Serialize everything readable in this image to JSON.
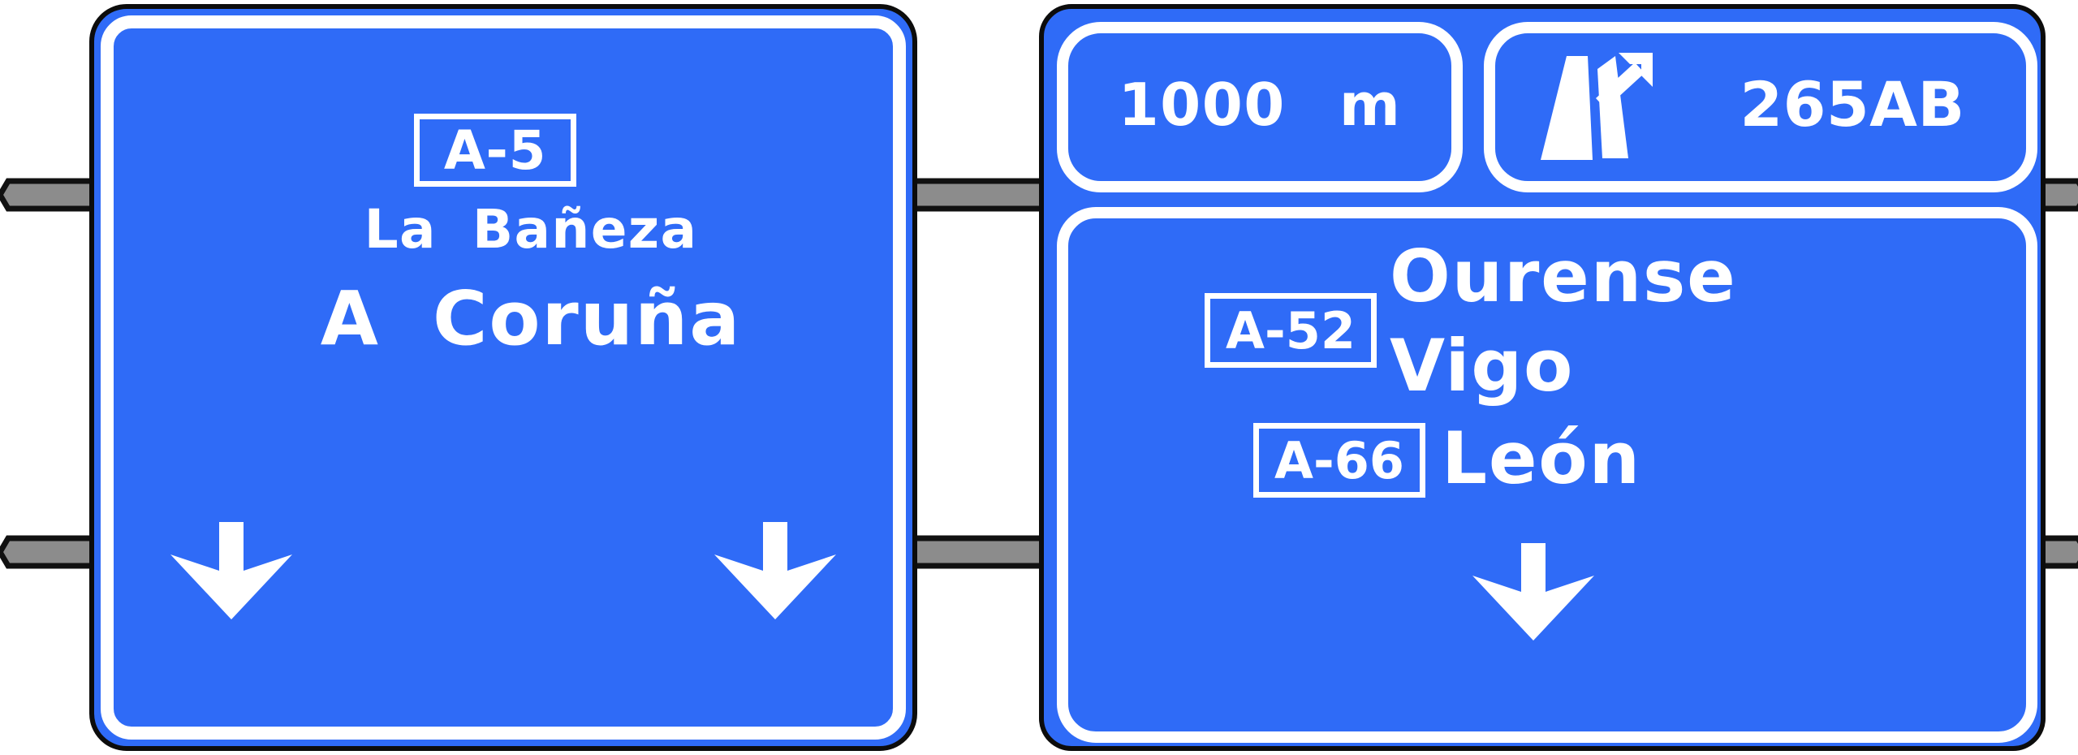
{
  "colors": {
    "sign_blue": "#2f6bf7",
    "border_white": "#ffffff",
    "outline_black": "#0c0c0c",
    "rail_gray": "#8c8c8c",
    "background": "#ffffff"
  },
  "left_sign": {
    "name": "advance-direction-sign-left",
    "route_shield": "A-5",
    "destinations": [
      {
        "text": "La Bañeza",
        "emphasis": "normal"
      },
      {
        "text": "A Coruña",
        "emphasis": "large"
      }
    ],
    "lane_arrows": [
      {
        "icon": "down-arrow-icon",
        "lane": "left"
      },
      {
        "icon": "down-arrow-icon",
        "lane": "right"
      }
    ]
  },
  "right_sign": {
    "name": "exit-direction-sign-right",
    "distance_box": {
      "value": "1000",
      "unit": "m",
      "label": "1000  m"
    },
    "exit_box": {
      "pictogram": "motorway-exit-diverge-icon",
      "exit_number": "265AB"
    },
    "main_panel": {
      "rows": [
        {
          "shield": "A-52",
          "destinations": [
            "Ourense",
            "Vigo"
          ]
        },
        {
          "shield": "A-66",
          "destinations": [
            "León"
          ]
        }
      ],
      "lane_arrows": [
        {
          "icon": "down-arrow-icon",
          "lane": "center"
        }
      ]
    }
  },
  "mounting": {
    "rails": [
      {
        "name": "upper-rail",
        "position": "upper"
      },
      {
        "name": "lower-rail",
        "position": "lower"
      }
    ]
  }
}
